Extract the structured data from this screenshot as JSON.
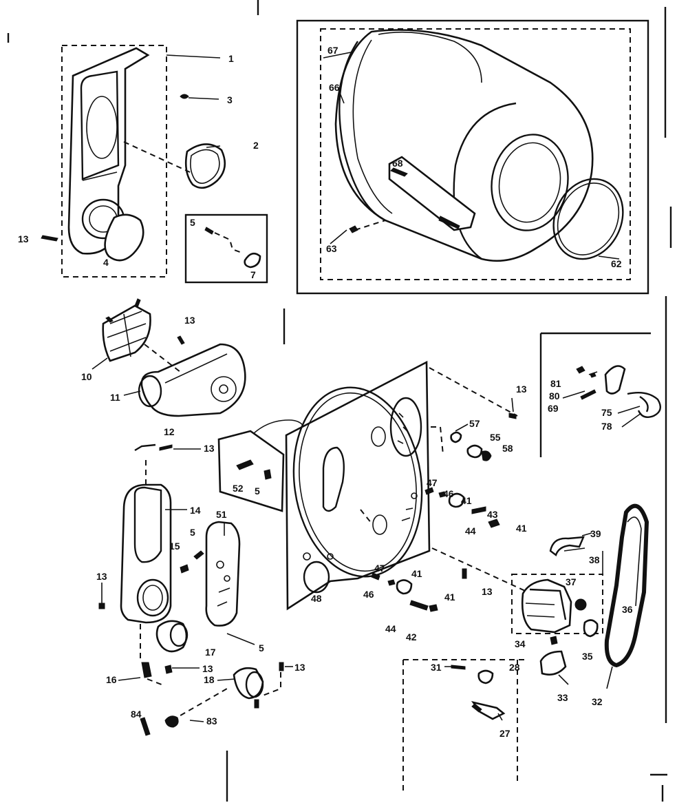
{
  "labels": {
    "p1": "1",
    "p2": "2",
    "p3": "3",
    "p4": "4",
    "p5a": "5",
    "p7": "7",
    "p13a": "13",
    "p62": "62",
    "p63": "63",
    "p66": "66",
    "p67": "67",
    "p68": "68",
    "p10": "10",
    "p11": "11",
    "p13b": "13",
    "p12": "12",
    "p13c": "13",
    "p52": "52",
    "p5b": "5",
    "p14": "14",
    "p51": "51",
    "p15": "15",
    "p5c": "5",
    "p13d": "13",
    "p5d": "5",
    "p17": "17",
    "p16": "16",
    "p13e": "13",
    "p18": "18",
    "p13f": "13",
    "p84": "84",
    "p83": "83",
    "p48": "48",
    "p13g": "13",
    "p57": "57",
    "p55": "55",
    "p58": "58",
    "p47a": "47",
    "p46a": "46",
    "p41a": "41",
    "p43": "43",
    "p41b": "41",
    "p44a": "44",
    "p47b": "47",
    "p41c": "41",
    "p13h": "13",
    "p46b": "46",
    "p44b": "44",
    "p41d": "41",
    "p42": "42",
    "p81": "81",
    "p80": "80",
    "p69": "69",
    "p75": "75",
    "p78": "78",
    "p39": "39",
    "p38": "38",
    "p37": "37",
    "p36": "36",
    "p34": "34",
    "p35": "35",
    "p32": "32",
    "p33": "33",
    "p31": "31",
    "p28": "28",
    "p27": "27"
  }
}
